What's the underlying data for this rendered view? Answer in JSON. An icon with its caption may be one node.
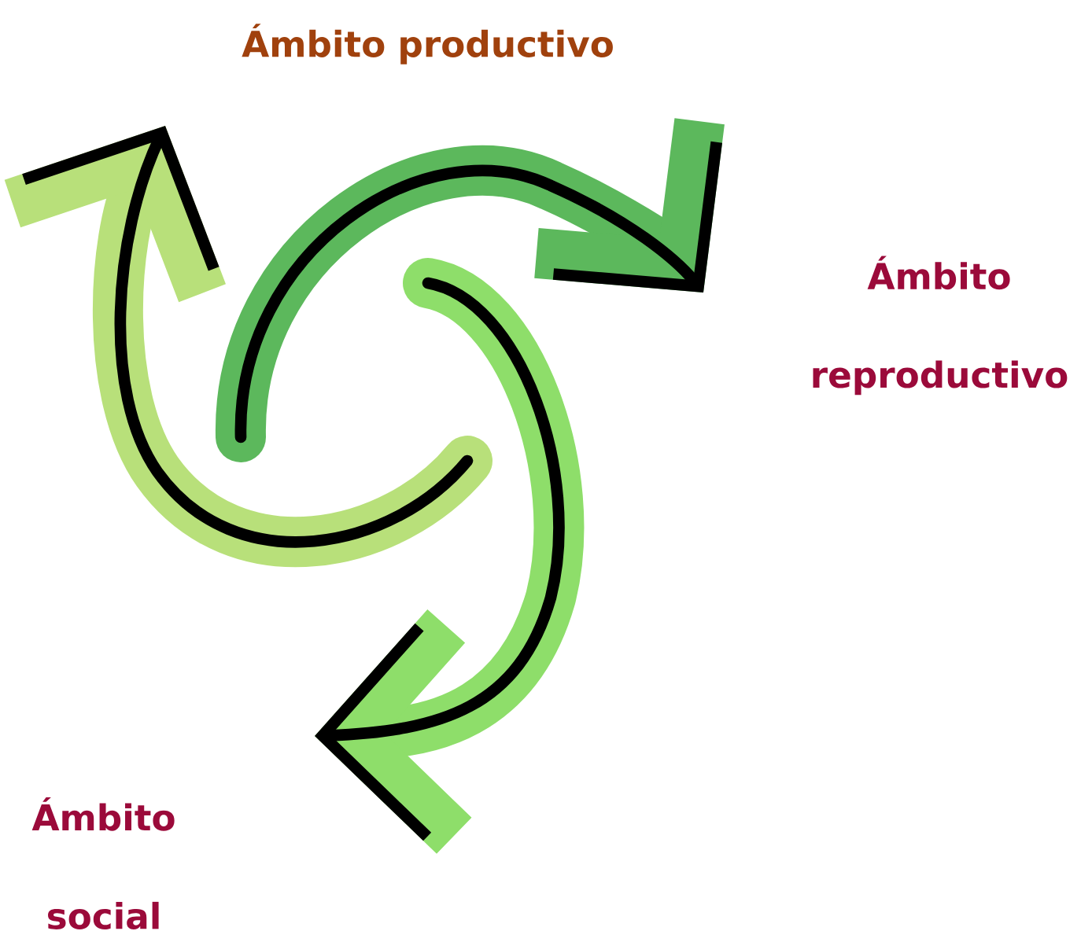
{
  "diagram": {
    "labels": [
      "Ámbito productivo",
      "Ámbito reproductivo",
      "Ámbito social"
    ]
  }
}
